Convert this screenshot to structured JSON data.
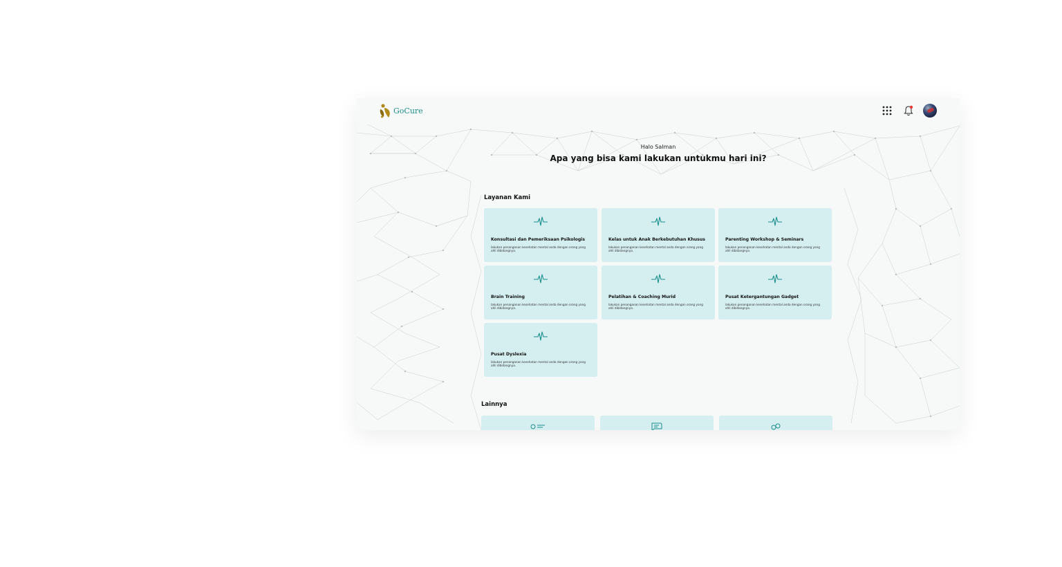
{
  "header": {
    "brand": "GoCure"
  },
  "hero": {
    "greeting": "Halo Salman",
    "headline": "Apa yang bisa kami lakukan untukmu hari ini?"
  },
  "services": {
    "title": "Layanan Kami",
    "items": [
      {
        "title": "Konsultasi dan Pemeriksaan Psikologis",
        "desc": "lakukan penanganan kesehatan mental anda dengan orang yang ahli dibidangnya."
      },
      {
        "title": "Kelas untuk Anak Berkebutuhan Khusus",
        "desc": "lakukan penanganan kesehatan mental anda dengan orang yang ahli dibidangnya."
      },
      {
        "title": "Parenting Workshop & Seminars",
        "desc": "lakukan penanganan kesehatan mental anda dengan orang yang ahli dibidangnya."
      },
      {
        "title": "Brain Training",
        "desc": "lakukan penanganan kesehatan mental anda dengan orang yang ahli dibidangnya."
      },
      {
        "title": "Pelatihan & Coaching Murid",
        "desc": "lakukan penanganan kesehatan mental anda dengan orang yang ahli dibidangnya."
      },
      {
        "title": "Pusat Ketergantungan Gadget",
        "desc": "lakukan penanganan kesehatan mental anda dengan orang yang ahli dibidangnya."
      },
      {
        "title": "Pusat Dyslexia",
        "desc": "lakukan penanganan kesehatan mental anda dengan orang yang ahli dibidangnya."
      }
    ],
    "icon": "heartbeat-icon"
  },
  "others": {
    "title": "Lainnya",
    "icons": [
      "profile-list-icon",
      "chat-icon",
      "users-icon"
    ]
  },
  "colors": {
    "accent": "#1a8f8b",
    "card_bg": "#d5eef0",
    "logo_gold": "#b08a1a",
    "notify": "#e53935"
  }
}
